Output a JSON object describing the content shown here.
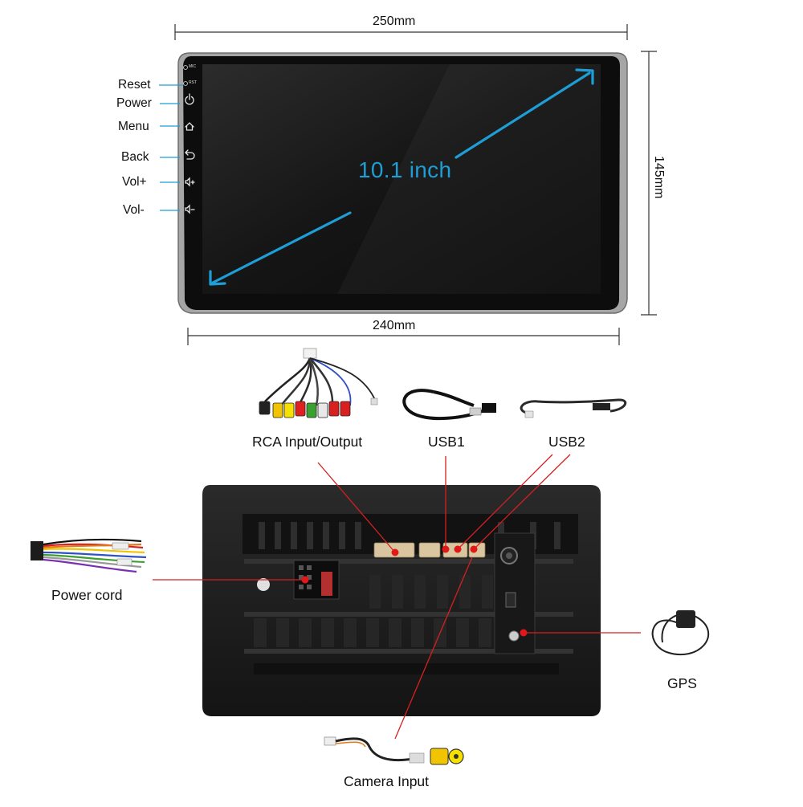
{
  "dimensions": {
    "top_width": "250mm",
    "bottom_width": "240mm",
    "height": "145mm"
  },
  "screen": {
    "diagonal": "10.1 inch",
    "tiny_labels": {
      "mic": "MIC",
      "rst": "RST"
    }
  },
  "buttons": [
    {
      "label": "Reset",
      "icon": "reset-dot-icon"
    },
    {
      "label": "Power",
      "icon": "power-icon"
    },
    {
      "label": "Menu",
      "icon": "home-icon"
    },
    {
      "label": "Back",
      "icon": "back-arrow-icon"
    },
    {
      "label": "Vol+",
      "icon": "volume-up-icon"
    },
    {
      "label": "Vol-",
      "icon": "volume-down-icon"
    }
  ],
  "connectors": {
    "rca": "RCA Input/Output",
    "usb1": "USB1",
    "usb2": "USB2",
    "power": "Power cord",
    "gps": "GPS",
    "camera": "Camera Input"
  },
  "colors": {
    "diagonal_arrow": "#1e9ed6",
    "pointer_line": "#d42020",
    "callout_line": "#1e9ed6",
    "bezel": "#9a9a9a",
    "screen": "#111111",
    "back_panel": "#1a1a1a"
  }
}
